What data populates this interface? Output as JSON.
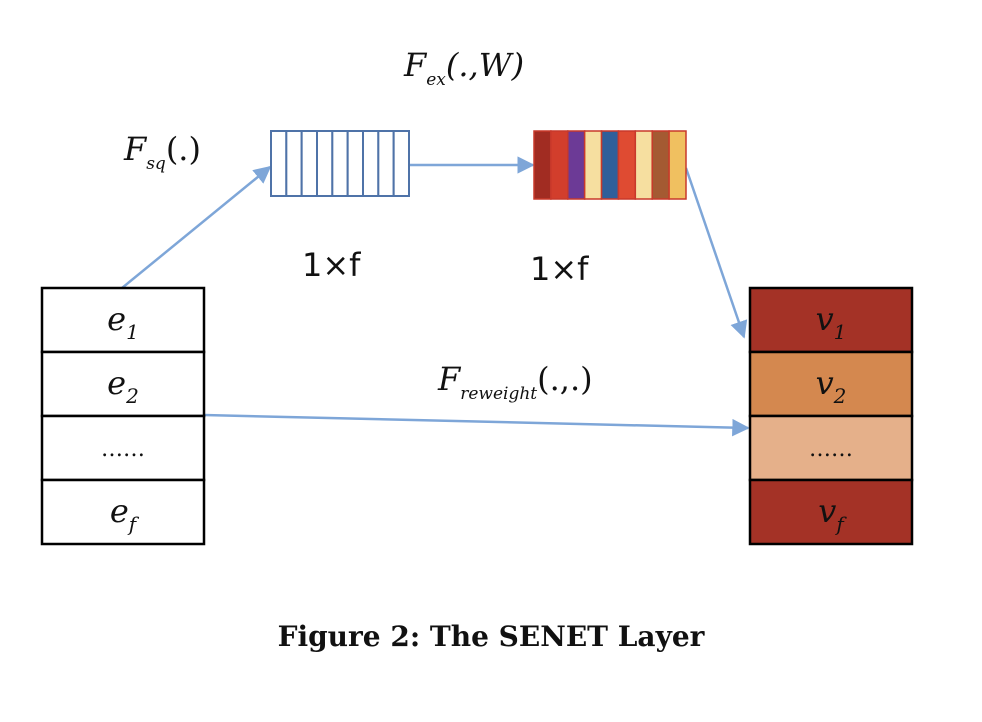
{
  "labels": {
    "f_sq": "F",
    "f_sq_sub": "sq",
    "f_sq_args": "(.)",
    "f_ex": "F",
    "f_ex_sub": "ex",
    "f_ex_args": "(.,W)",
    "f_reweight": "F",
    "f_reweight_sub": "reweight",
    "f_reweight_args": "(.,.)",
    "dim_squeeze": "1×f",
    "dim_excite": "1×f"
  },
  "input_embeddings": [
    {
      "base": "e",
      "sub": "1"
    },
    {
      "base": "e",
      "sub": "2"
    },
    {
      "base": "……",
      "sub": ""
    },
    {
      "base": "e",
      "sub": "f"
    }
  ],
  "output_embeddings": [
    {
      "base": "v",
      "sub": "1"
    },
    {
      "base": "v",
      "sub": "2"
    },
    {
      "base": "……",
      "sub": ""
    },
    {
      "base": "v",
      "sub": "f"
    }
  ],
  "colors": {
    "arrow": "#7ea6d8",
    "squeeze_cells": "#4f73a8",
    "output_rows": [
      "#a43226",
      "#d4884f",
      "#e5b08a",
      "#a43226"
    ],
    "weight_cells": [
      "#a12c22",
      "#d23e2c",
      "#6c3a96",
      "#f6dfa0",
      "#2f5f9a",
      "#df4b32",
      "#f6dfa0",
      "#a45a32",
      "#f0c060"
    ]
  },
  "caption": "Figure 2: The SENET Layer"
}
